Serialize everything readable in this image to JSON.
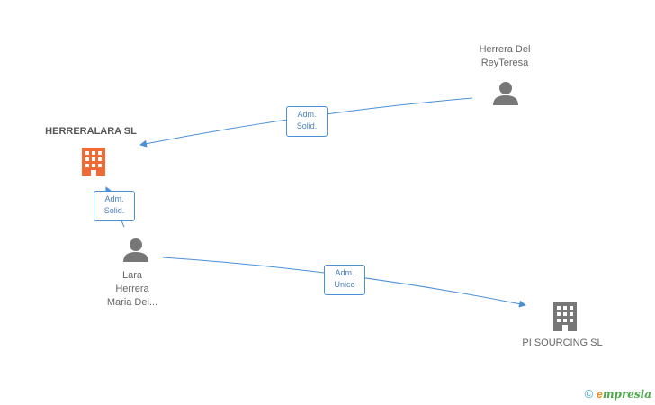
{
  "nodes": {
    "herreralara": {
      "label": "HERRERALARA SL",
      "type": "company",
      "color": "#f06a35"
    },
    "herrera_rey": {
      "label": "Herrera Del\nReyTeresa",
      "type": "person",
      "color": "#777777"
    },
    "lara_herrera": {
      "label": "Lara\nHerrera\nMaria Del...",
      "type": "person",
      "color": "#777777"
    },
    "pi_sourcing": {
      "label": "PI SOURCING SL",
      "type": "company",
      "color": "#777777"
    }
  },
  "edges": [
    {
      "from": "herrera_rey",
      "to": "herreralara",
      "line1": "Adm.",
      "line2": "Solid."
    },
    {
      "from": "lara_herrera",
      "to": "herreralara",
      "line1": "Adm.",
      "line2": "Solid."
    },
    {
      "from": "lara_herrera",
      "to": "pi_sourcing",
      "line1": "Adm.",
      "line2": "Unico"
    }
  ],
  "colors": {
    "edge": "#4a90d9"
  },
  "watermark": {
    "symbol": "©",
    "brand_first": "e",
    "brand_rest": "mpresia"
  }
}
